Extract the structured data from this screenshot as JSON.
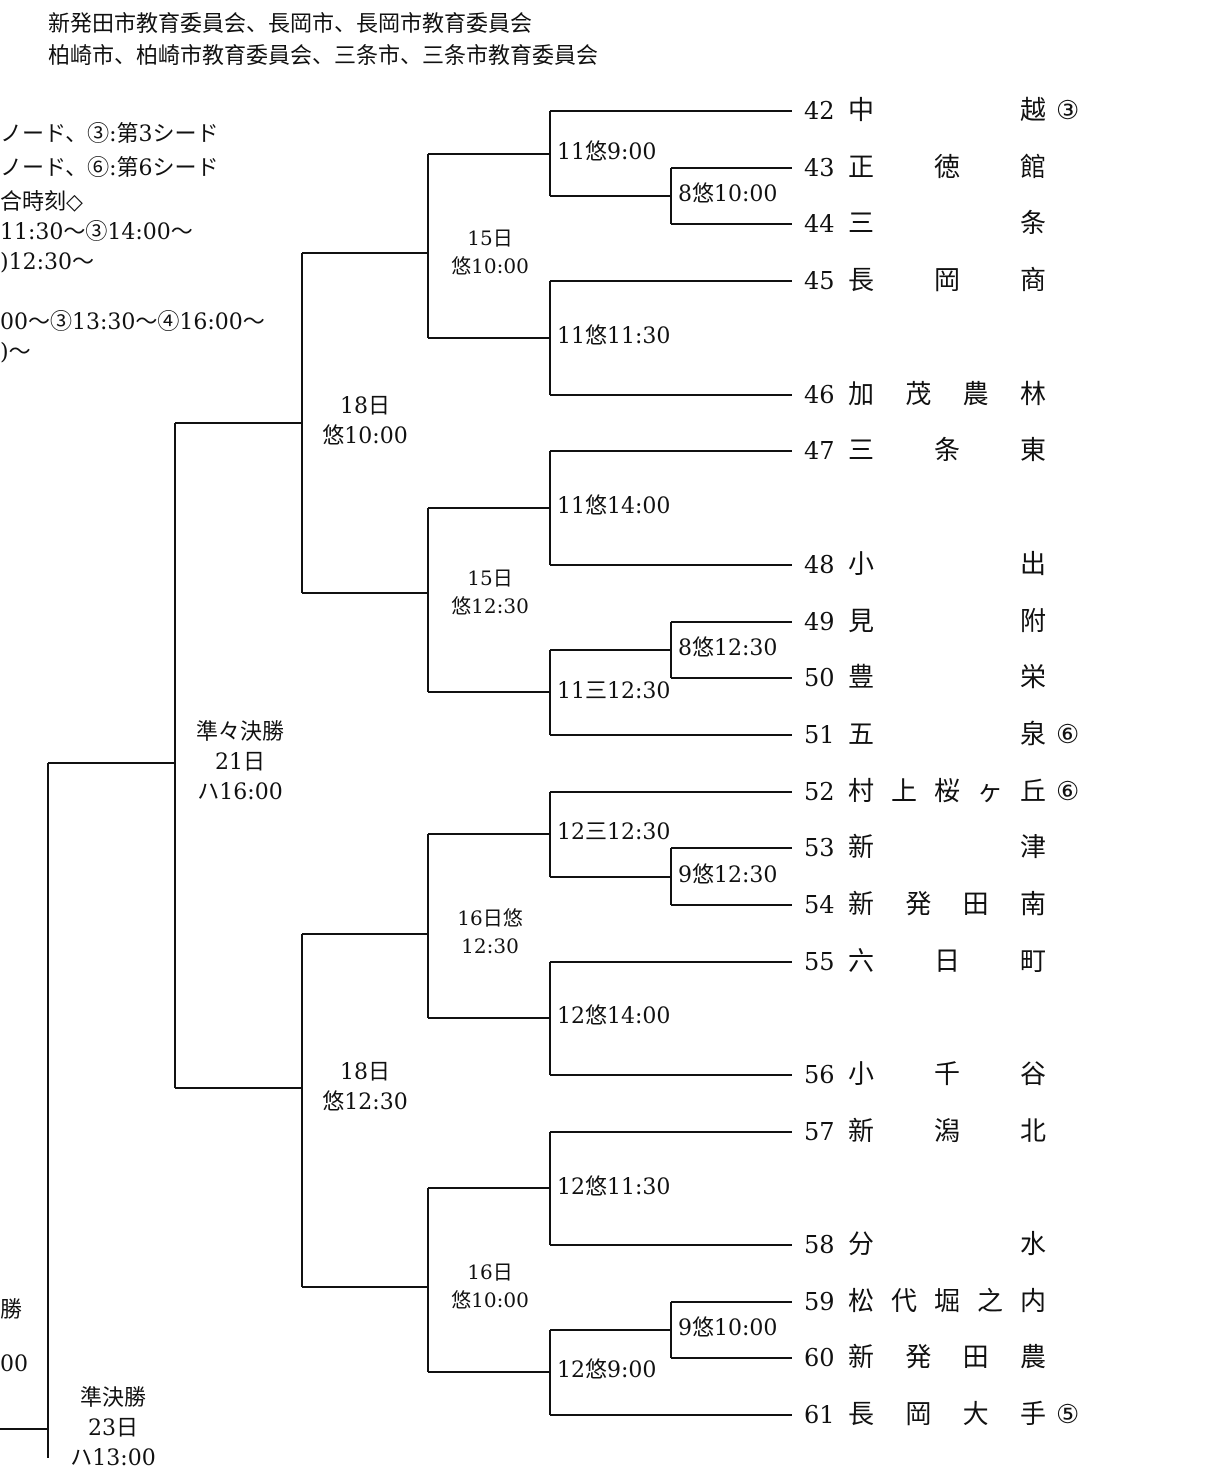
{
  "header": {
    "line1": "新発田市教育委員会、長岡市、長岡市教育委員会",
    "line2": "柏崎市、柏崎市教育委員会、三条市、三条市教育委員会"
  },
  "notes": [
    "ノード、③:第3シード",
    "ノード、⑥:第6シード",
    "合時刻◇",
    "11:30～③14:00～",
    ")12:30～",
    "00～③13:30～④16:00～",
    ")～"
  ],
  "left_partial": [
    "勝",
    "",
    "00"
  ],
  "teams": [
    {
      "num": "42",
      "chars": [
        "中",
        "越"
      ],
      "seed": "③"
    },
    {
      "num": "43",
      "chars": [
        "正",
        "徳",
        "館"
      ],
      "seed": ""
    },
    {
      "num": "44",
      "chars": [
        "三",
        "条"
      ],
      "seed": ""
    },
    {
      "num": "45",
      "chars": [
        "長",
        "岡",
        "商"
      ],
      "seed": ""
    },
    {
      "num": "46",
      "chars": [
        "加",
        "茂",
        "農",
        "林"
      ],
      "seed": ""
    },
    {
      "num": "47",
      "chars": [
        "三",
        "条",
        "東"
      ],
      "seed": ""
    },
    {
      "num": "48",
      "chars": [
        "小",
        "出"
      ],
      "seed": ""
    },
    {
      "num": "49",
      "chars": [
        "見",
        "附"
      ],
      "seed": ""
    },
    {
      "num": "50",
      "chars": [
        "豊",
        "栄"
      ],
      "seed": ""
    },
    {
      "num": "51",
      "chars": [
        "五",
        "泉"
      ],
      "seed": "⑥"
    },
    {
      "num": "52",
      "chars": [
        "村",
        "上",
        "桜",
        "ヶ",
        "丘"
      ],
      "seed": "⑥"
    },
    {
      "num": "53",
      "chars": [
        "新",
        "津"
      ],
      "seed": ""
    },
    {
      "num": "54",
      "chars": [
        "新",
        "発",
        "田",
        "南"
      ],
      "seed": ""
    },
    {
      "num": "55",
      "chars": [
        "六",
        "日",
        "町"
      ],
      "seed": ""
    },
    {
      "num": "56",
      "chars": [
        "小",
        "千",
        "谷"
      ],
      "seed": ""
    },
    {
      "num": "57",
      "chars": [
        "新",
        "潟",
        "北"
      ],
      "seed": ""
    },
    {
      "num": "58",
      "chars": [
        "分",
        "水"
      ],
      "seed": ""
    },
    {
      "num": "59",
      "chars": [
        "松",
        "代",
        "堀",
        "之",
        "内"
      ],
      "seed": ""
    },
    {
      "num": "60",
      "chars": [
        "新",
        "発",
        "田",
        "農"
      ],
      "seed": ""
    },
    {
      "num": "61",
      "chars": [
        "長",
        "岡",
        "大",
        "手"
      ],
      "seed": "⑤"
    }
  ],
  "matches": {
    "r8a": "8悠10:00",
    "r8b": "8悠12:30",
    "r8c": "9悠12:30",
    "r8d": "9悠10:00",
    "r11a": "11悠9:00",
    "r11b": "11悠11:30",
    "r11c": "11悠14:00",
    "r11d": "11三12:30",
    "r12a": "12三12:30",
    "r12b": "12悠14:00",
    "r12c": "12悠11:30",
    "r12d": "12悠9:00",
    "r15a": [
      "15日",
      "悠10:00"
    ],
    "r15b": [
      "15日",
      "悠12:30"
    ],
    "r16a": [
      "16日悠",
      "12:30"
    ],
    "r16b": [
      "16日",
      "悠10:00"
    ],
    "r18a": [
      "18日",
      "悠10:00"
    ],
    "r18b": [
      "18日",
      "悠12:30"
    ],
    "qf": [
      "準々決勝",
      "21日",
      "ハ16:00"
    ],
    "sf": [
      "準決勝",
      "23日",
      "ハ13:00"
    ]
  }
}
